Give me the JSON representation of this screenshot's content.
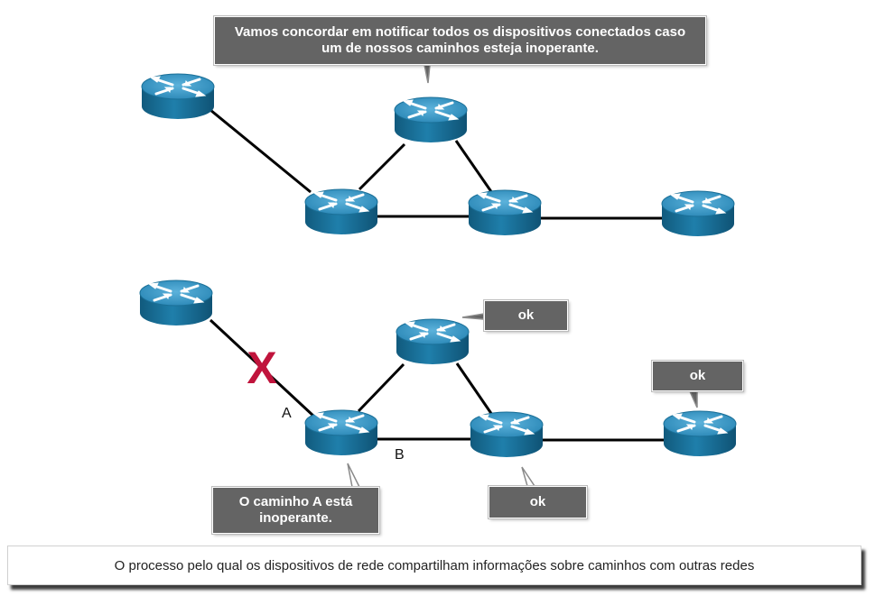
{
  "top_callout": "Vamos concordar em notificar todos os dispositivos conectados caso um de nossos caminhos esteja inoperante.",
  "ok_callouts": [
    "ok",
    "ok",
    "ok"
  ],
  "path_down_callout": "O caminho A está inoperante.",
  "path_labels": {
    "a": "A",
    "b": "B"
  },
  "failure_mark": "X",
  "caption": "O processo pelo qual os dispositivos de rede compartilham informações sobre caminhos com outras redes",
  "colors": {
    "router_top": "#3f97c4",
    "router_body": "#1a6f97",
    "callout_bg": "#646464",
    "failure_mark": "#c0143c",
    "link": "#000000"
  }
}
